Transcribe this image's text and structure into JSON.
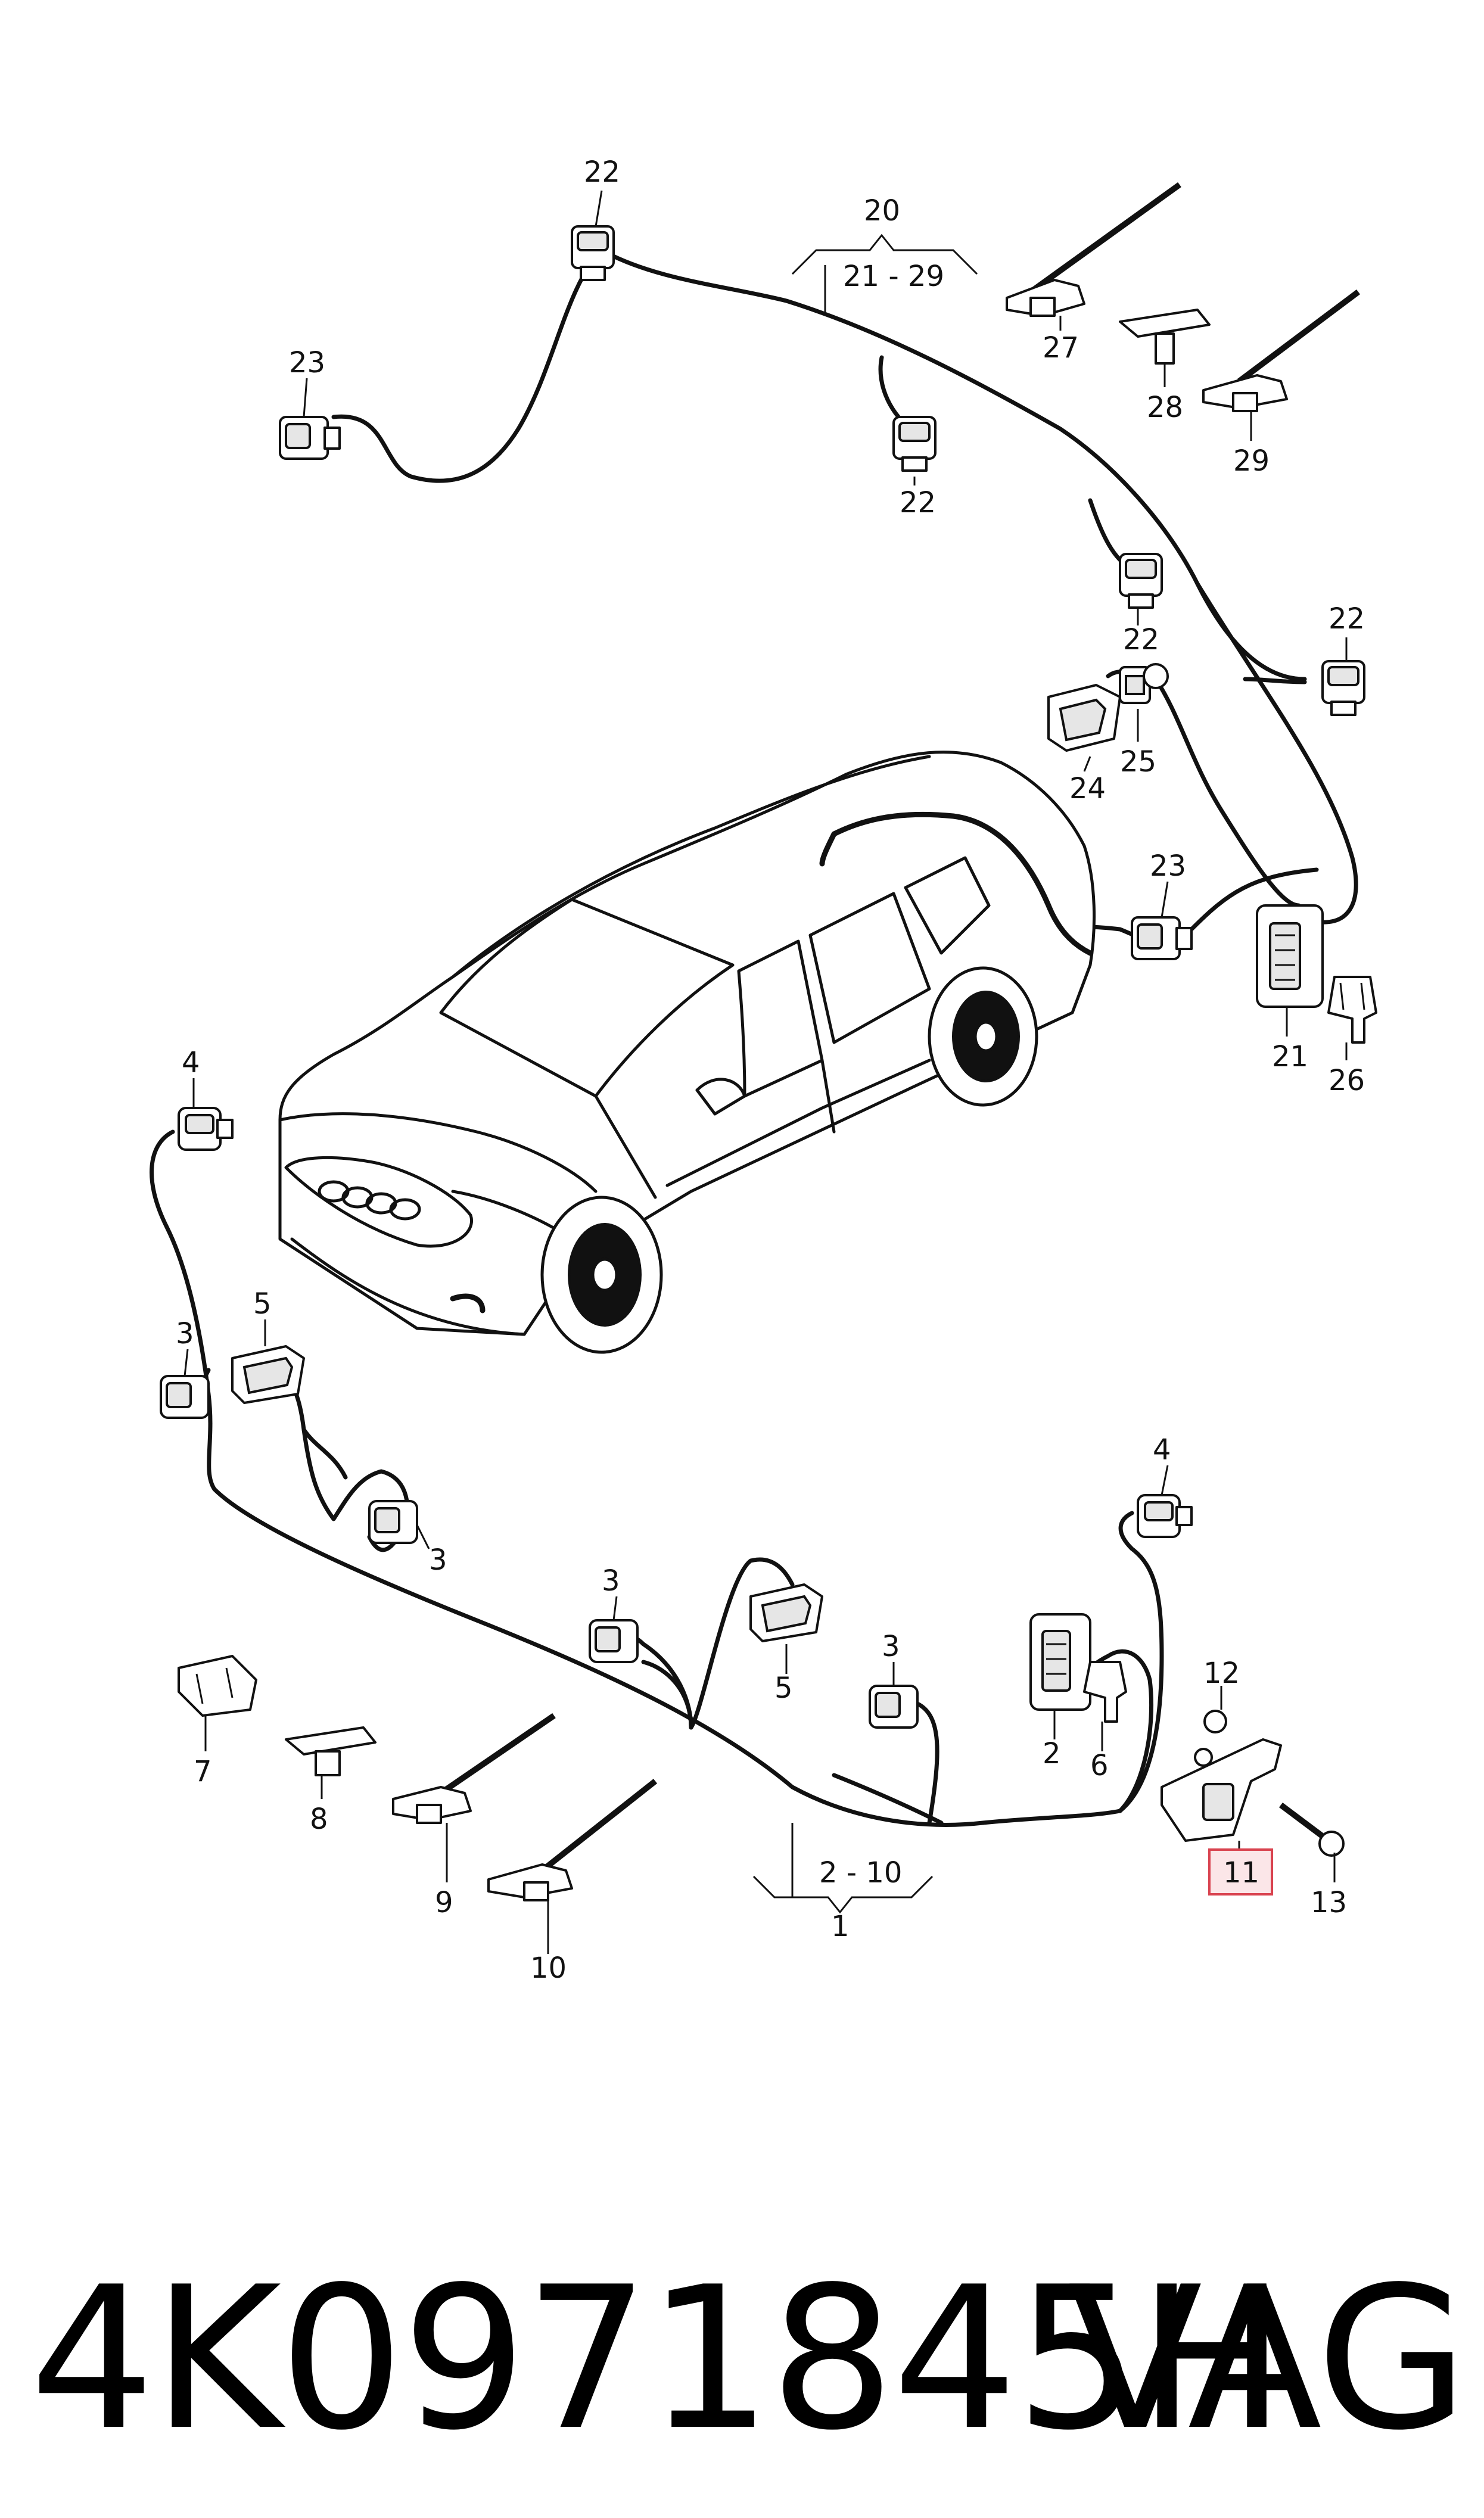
{
  "callouts": {
    "c20": "20",
    "c21_29": "21 - 29",
    "c22a": "22",
    "c22b": "22",
    "c22c": "22",
    "c22d": "22",
    "c23a": "23",
    "c23b": "23",
    "c24": "24",
    "c25": "25",
    "c21": "21",
    "c26": "26",
    "c27": "27",
    "c28": "28",
    "c29": "29",
    "c4a": "4",
    "c4b": "4",
    "c5a": "5",
    "c5b": "5",
    "c3a": "3",
    "c3b": "3",
    "c3c": "3",
    "c3d": "3",
    "c2": "2",
    "c6": "6",
    "c7": "7",
    "c8": "8",
    "c9": "9",
    "c10": "10",
    "c1": "1",
    "c2_10": "2 - 10",
    "c11": "11",
    "c12": "12",
    "c13": "13"
  },
  "footer": {
    "part_number": "4K0971845H",
    "brand": "VAG"
  },
  "colors": {
    "highlight_fill": "#fbe6e8",
    "highlight_stroke": "#d9434f",
    "line": "#111111"
  }
}
